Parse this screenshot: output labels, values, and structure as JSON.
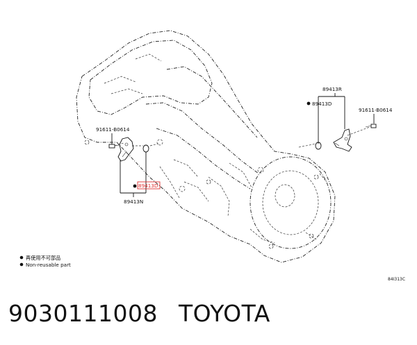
{
  "labels": {
    "sensor_right": "89413R",
    "oring_right": "89413D",
    "bolt_right": "91611-B0614",
    "bolt_left": "91611-B0614",
    "oring_left": "89413D",
    "sensor_left": "89413N"
  },
  "legend": {
    "line1": "再使用不可部品",
    "line2": "Non-reusable part"
  },
  "figure_code": "84I313C",
  "part_number": "9030111008",
  "brand": "TOYOTA",
  "colors": {
    "highlight": "#e03030",
    "ink": "#111111"
  }
}
